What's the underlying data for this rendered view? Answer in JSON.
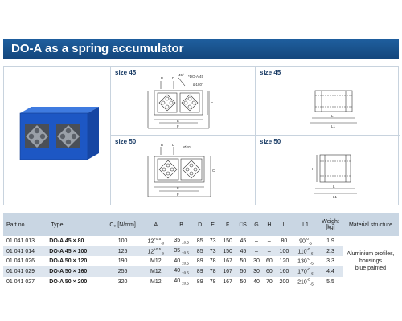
{
  "title": "DO-A as a spring accumulator",
  "panels": {
    "top_left": "size 45",
    "top_right": "size 45",
    "bottom_left": "size 50",
    "bottom_right": "size 50"
  },
  "drawing_callouts": {
    "top_left": [
      "B",
      "D",
      "45°",
      "*DO-A 45",
      "Ø180°",
      "E",
      "F",
      "C"
    ],
    "top_right": [
      "L",
      "L1"
    ],
    "bottom_left": [
      "B",
      "D",
      "Ø20°",
      "E",
      "F",
      "C"
    ],
    "bottom_right": [
      "L",
      "L1",
      "H"
    ]
  },
  "table": {
    "headers": [
      "Part no.",
      "Type",
      "C₀ [N/mm]",
      "A",
      "B",
      "D",
      "E",
      "F",
      "□S",
      "G",
      "H",
      "L",
      "L1",
      "Weight [kg]",
      "Material structure"
    ],
    "rows": [
      {
        "part": "01 041 013",
        "type": "DO-A 45 × 80",
        "c0": "100",
        "a": "12",
        "b": "35",
        "b_tol": "±0.5",
        "d": "85",
        "e": "73",
        "f": "150",
        "s": "45",
        "g": "–",
        "h": "–",
        "l": "80",
        "l1": "90",
        "weight": "1.9"
      },
      {
        "part": "01 041 014",
        "type": "DO-A 45 × 100",
        "c0": "125",
        "a": "12",
        "b": "35",
        "b_tol": "±0.5",
        "d": "85",
        "e": "73",
        "f": "150",
        "s": "45",
        "g": "–",
        "h": "–",
        "l": "100",
        "l1": "110",
        "weight": "2.3"
      },
      {
        "part": "01 041 026",
        "type": "DO-A 50 × 120",
        "c0": "190",
        "a": "M12",
        "b": "40",
        "b_tol": "±0.5",
        "d": "89",
        "e": "78",
        "f": "167",
        "s": "50",
        "g": "30",
        "h": "60",
        "l": "120",
        "l1": "130",
        "weight": "3.3"
      },
      {
        "part": "01 041 029",
        "type": "DO-A 50 × 160",
        "c0": "255",
        "a": "M12",
        "b": "40",
        "b_tol": "±0.5",
        "d": "89",
        "e": "78",
        "f": "167",
        "s": "50",
        "g": "30",
        "h": "60",
        "l": "160",
        "l1": "170",
        "weight": "4.4"
      },
      {
        "part": "01 041 027",
        "type": "DO-A 50 × 200",
        "c0": "320",
        "a": "M12",
        "b": "40",
        "b_tol": "±0.5",
        "d": "89",
        "e": "78",
        "f": "167",
        "s": "50",
        "g": "40",
        "h": "70",
        "l": "200",
        "l1": "210",
        "weight": "5.5"
      }
    ],
    "a_tol_sup": "+0.5",
    "a_tol_sub": "-0",
    "l1_tol_sup": "-0",
    "l1_tol_sub": "-5",
    "material": [
      "Aluminium profiles,",
      "housings",
      "blue painted"
    ]
  },
  "colors": {
    "banner": "#1a548f",
    "header_row": "#c9d6e3",
    "shade_row": "#dde5ee",
    "product_blue": "#1d57c4"
  }
}
